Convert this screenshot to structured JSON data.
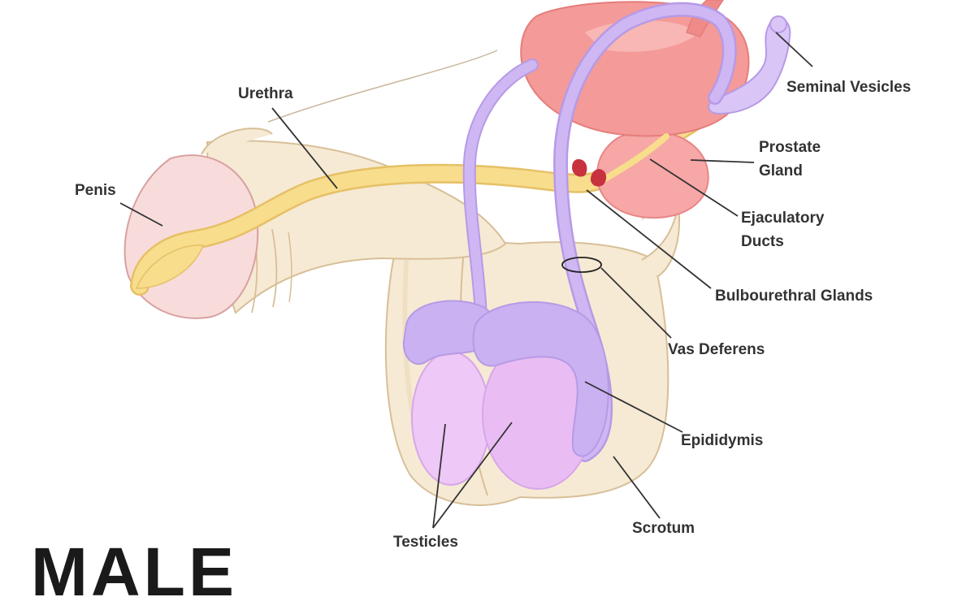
{
  "diagram": {
    "title": "MALE",
    "labels": {
      "penis": "Penis",
      "urethra": "Urethra",
      "seminal_vesicles": "Seminal Vesicles",
      "prostate_gland": [
        "Prostate",
        "Gland"
      ],
      "ejaculatory_ducts": [
        "Ejaculatory",
        "Ducts"
      ],
      "bulbourethral_glands": "Bulbourethral Glands",
      "vas_deferens": "Vas Deferens",
      "epididymis": "Epididymis",
      "scrotum": "Scrotum",
      "testicles": "Testicles"
    },
    "colors": {
      "skin": "#f6ead4",
      "skin_outline": "#d8bf98",
      "glans": "#f8dcdc",
      "urethra": "#f7dd8c",
      "bladder": "#f49a98",
      "prostate": "#f6a7a6",
      "vas_deferens": "#cfb7f3",
      "testis": "#eec8f6",
      "epididymis": "#c9b1f2",
      "gland_dot": "#c8323e",
      "leader_line": "#333333",
      "label_text": "#333333"
    }
  }
}
